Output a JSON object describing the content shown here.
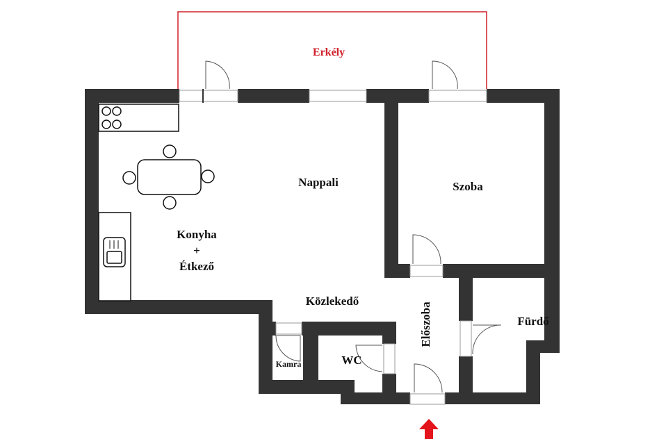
{
  "rooms": {
    "balcony": "Erkély",
    "living": "Nappali",
    "bedroom": "Szoba",
    "kitchen_line1": "Konyha",
    "kitchen_line2": "+",
    "kitchen_line3": "Étkező",
    "corridor": "Közlekedő",
    "hall": "Előszoba",
    "bathroom": "Fürdő",
    "toilet": "WC",
    "pantry": "Kamra"
  },
  "colors": {
    "wall": "#333333",
    "balcony_outline": "#d0202a",
    "entrance_arrow": "#e3141b"
  },
  "icons": [
    "entrance-arrow-icon",
    "stove-icon",
    "sink-icon",
    "dining-table-icon"
  ]
}
